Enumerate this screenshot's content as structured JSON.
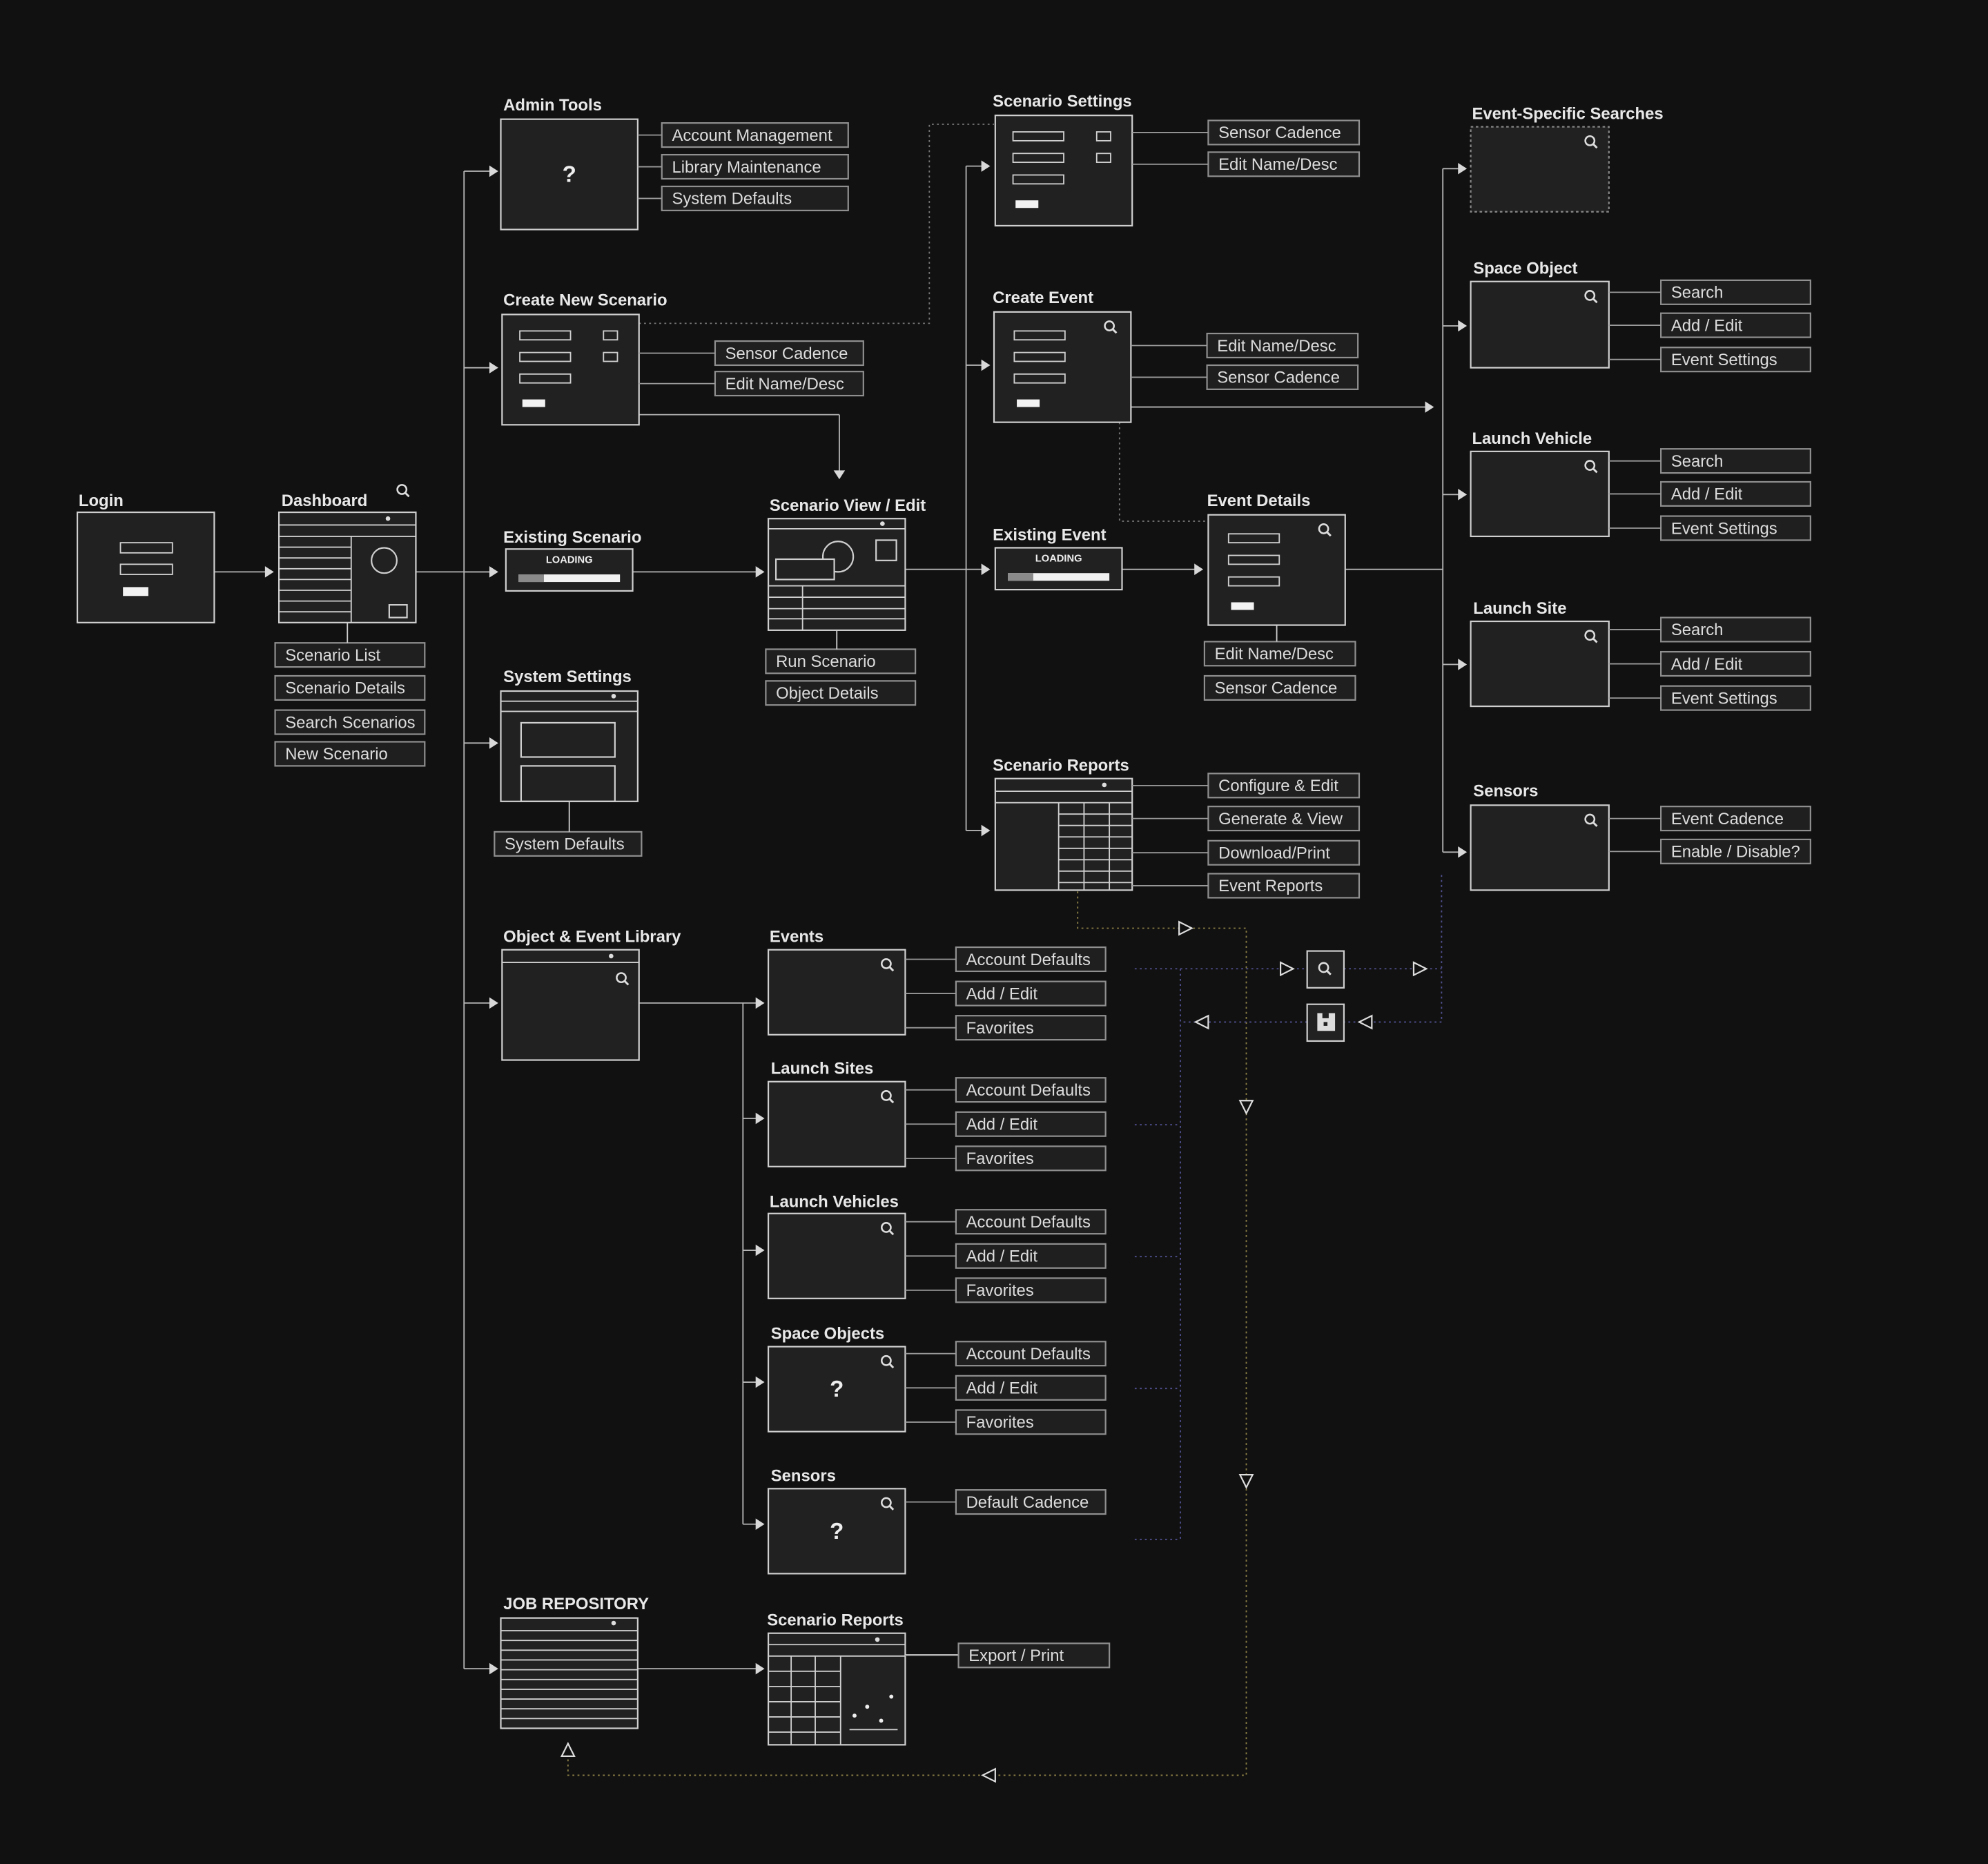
{
  "screens": {
    "login": {
      "title": "Login"
    },
    "dashboard": {
      "title": "Dashboard",
      "items": [
        "Scenario List",
        "Scenario Details",
        "Search Scenarios",
        "New Scenario"
      ]
    },
    "admin_tools": {
      "title": "Admin Tools",
      "glyph": "?",
      "items": [
        "Account Management",
        "Library Maintenance",
        "System Defaults"
      ]
    },
    "create_new_scenario": {
      "title": "Create New Scenario",
      "items": [
        "Sensor Cadence",
        "Edit Name/Desc"
      ]
    },
    "existing_scenario": {
      "title": "Existing Scenario",
      "status": "LOADING",
      "progress": 0.25
    },
    "system_settings": {
      "title": "System Settings",
      "items": [
        "System Defaults"
      ]
    },
    "object_event_library": {
      "title": "Object & Event Library"
    },
    "job_repository": {
      "title": "JOB REPOSITORY"
    },
    "scenario_view_edit": {
      "title": "Scenario View / Edit",
      "items": [
        "Run Scenario",
        "Object Details"
      ]
    },
    "scenario_settings": {
      "title": "Scenario Settings",
      "items": [
        "Sensor Cadence",
        "Edit Name/Desc"
      ]
    },
    "create_event": {
      "title": "Create Event",
      "items": [
        "Edit Name/Desc",
        "Sensor Cadence"
      ]
    },
    "existing_event": {
      "title": "Existing Event",
      "status": "LOADING",
      "progress": 0.25
    },
    "event_details": {
      "title": "Event Details",
      "items": [
        "Edit Name/Desc",
        "Sensor Cadence"
      ]
    },
    "scenario_reports": {
      "title": "Scenario Reports",
      "items": [
        "Configure & Edit",
        "Generate & View",
        "Download/Print",
        "Event Reports"
      ]
    },
    "lib_events": {
      "title": "Events",
      "items": [
        "Account Defaults",
        "Add / Edit",
        "Favorites"
      ]
    },
    "lib_launch_sites": {
      "title": "Launch Sites",
      "items": [
        "Account Defaults",
        "Add / Edit",
        "Favorites"
      ]
    },
    "lib_launch_vehicles": {
      "title": "Launch Vehicles",
      "items": [
        "Account Defaults",
        "Add / Edit",
        "Favorites"
      ]
    },
    "lib_space_objects": {
      "title": "Space Objects",
      "glyph": "?",
      "items": [
        "Account Defaults",
        "Add / Edit",
        "Favorites"
      ]
    },
    "lib_sensors": {
      "title": "Sensors",
      "glyph": "?",
      "items": [
        "Default Cadence"
      ]
    },
    "job_scenario_reports": {
      "title": "Scenario Reports",
      "items": [
        "Export / Print"
      ]
    },
    "event_specific_searches": {
      "title": "Event-Specific Searches"
    },
    "es_space_object": {
      "title": "Space Object",
      "items": [
        "Search",
        "Add / Edit",
        "Event Settings"
      ]
    },
    "es_launch_vehicle": {
      "title": "Launch Vehicle",
      "items": [
        "Search",
        "Add / Edit",
        "Event Settings"
      ]
    },
    "es_launch_site": {
      "title": "Launch Site",
      "items": [
        "Search",
        "Add / Edit",
        "Event Settings"
      ]
    },
    "es_sensors": {
      "title": "Sensors",
      "items": [
        "Event Cadence",
        "Enable / Disable?"
      ]
    }
  },
  "controls": {
    "search": "search-icon",
    "save": "save-icon"
  },
  "colors": {
    "background": "#111111",
    "box": "#212121",
    "stroke": "#cfcfcf",
    "dotted_yellow": "#8c7f45",
    "dotted_blue": "#4f4f8f",
    "dotted_grey": "#777777"
  }
}
